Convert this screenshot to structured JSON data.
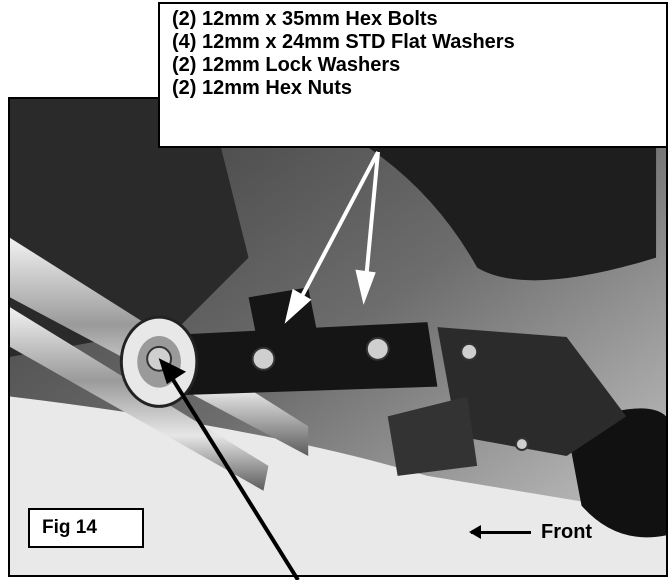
{
  "callout": {
    "lines": [
      "(2) 12mm x 35mm Hex Bolts",
      "(4) 12mm x 24mm STD Flat Washers",
      "(2) 12mm Lock Washers",
      "(2) 12mm Hex Nuts"
    ]
  },
  "figure": {
    "label": "Fig 14"
  },
  "direction": {
    "label": "Front"
  },
  "colors": {
    "ink": "#000000",
    "callout_arrow": "#ffffff",
    "chrome": "#b8b8b8",
    "bracket": "#151515"
  }
}
